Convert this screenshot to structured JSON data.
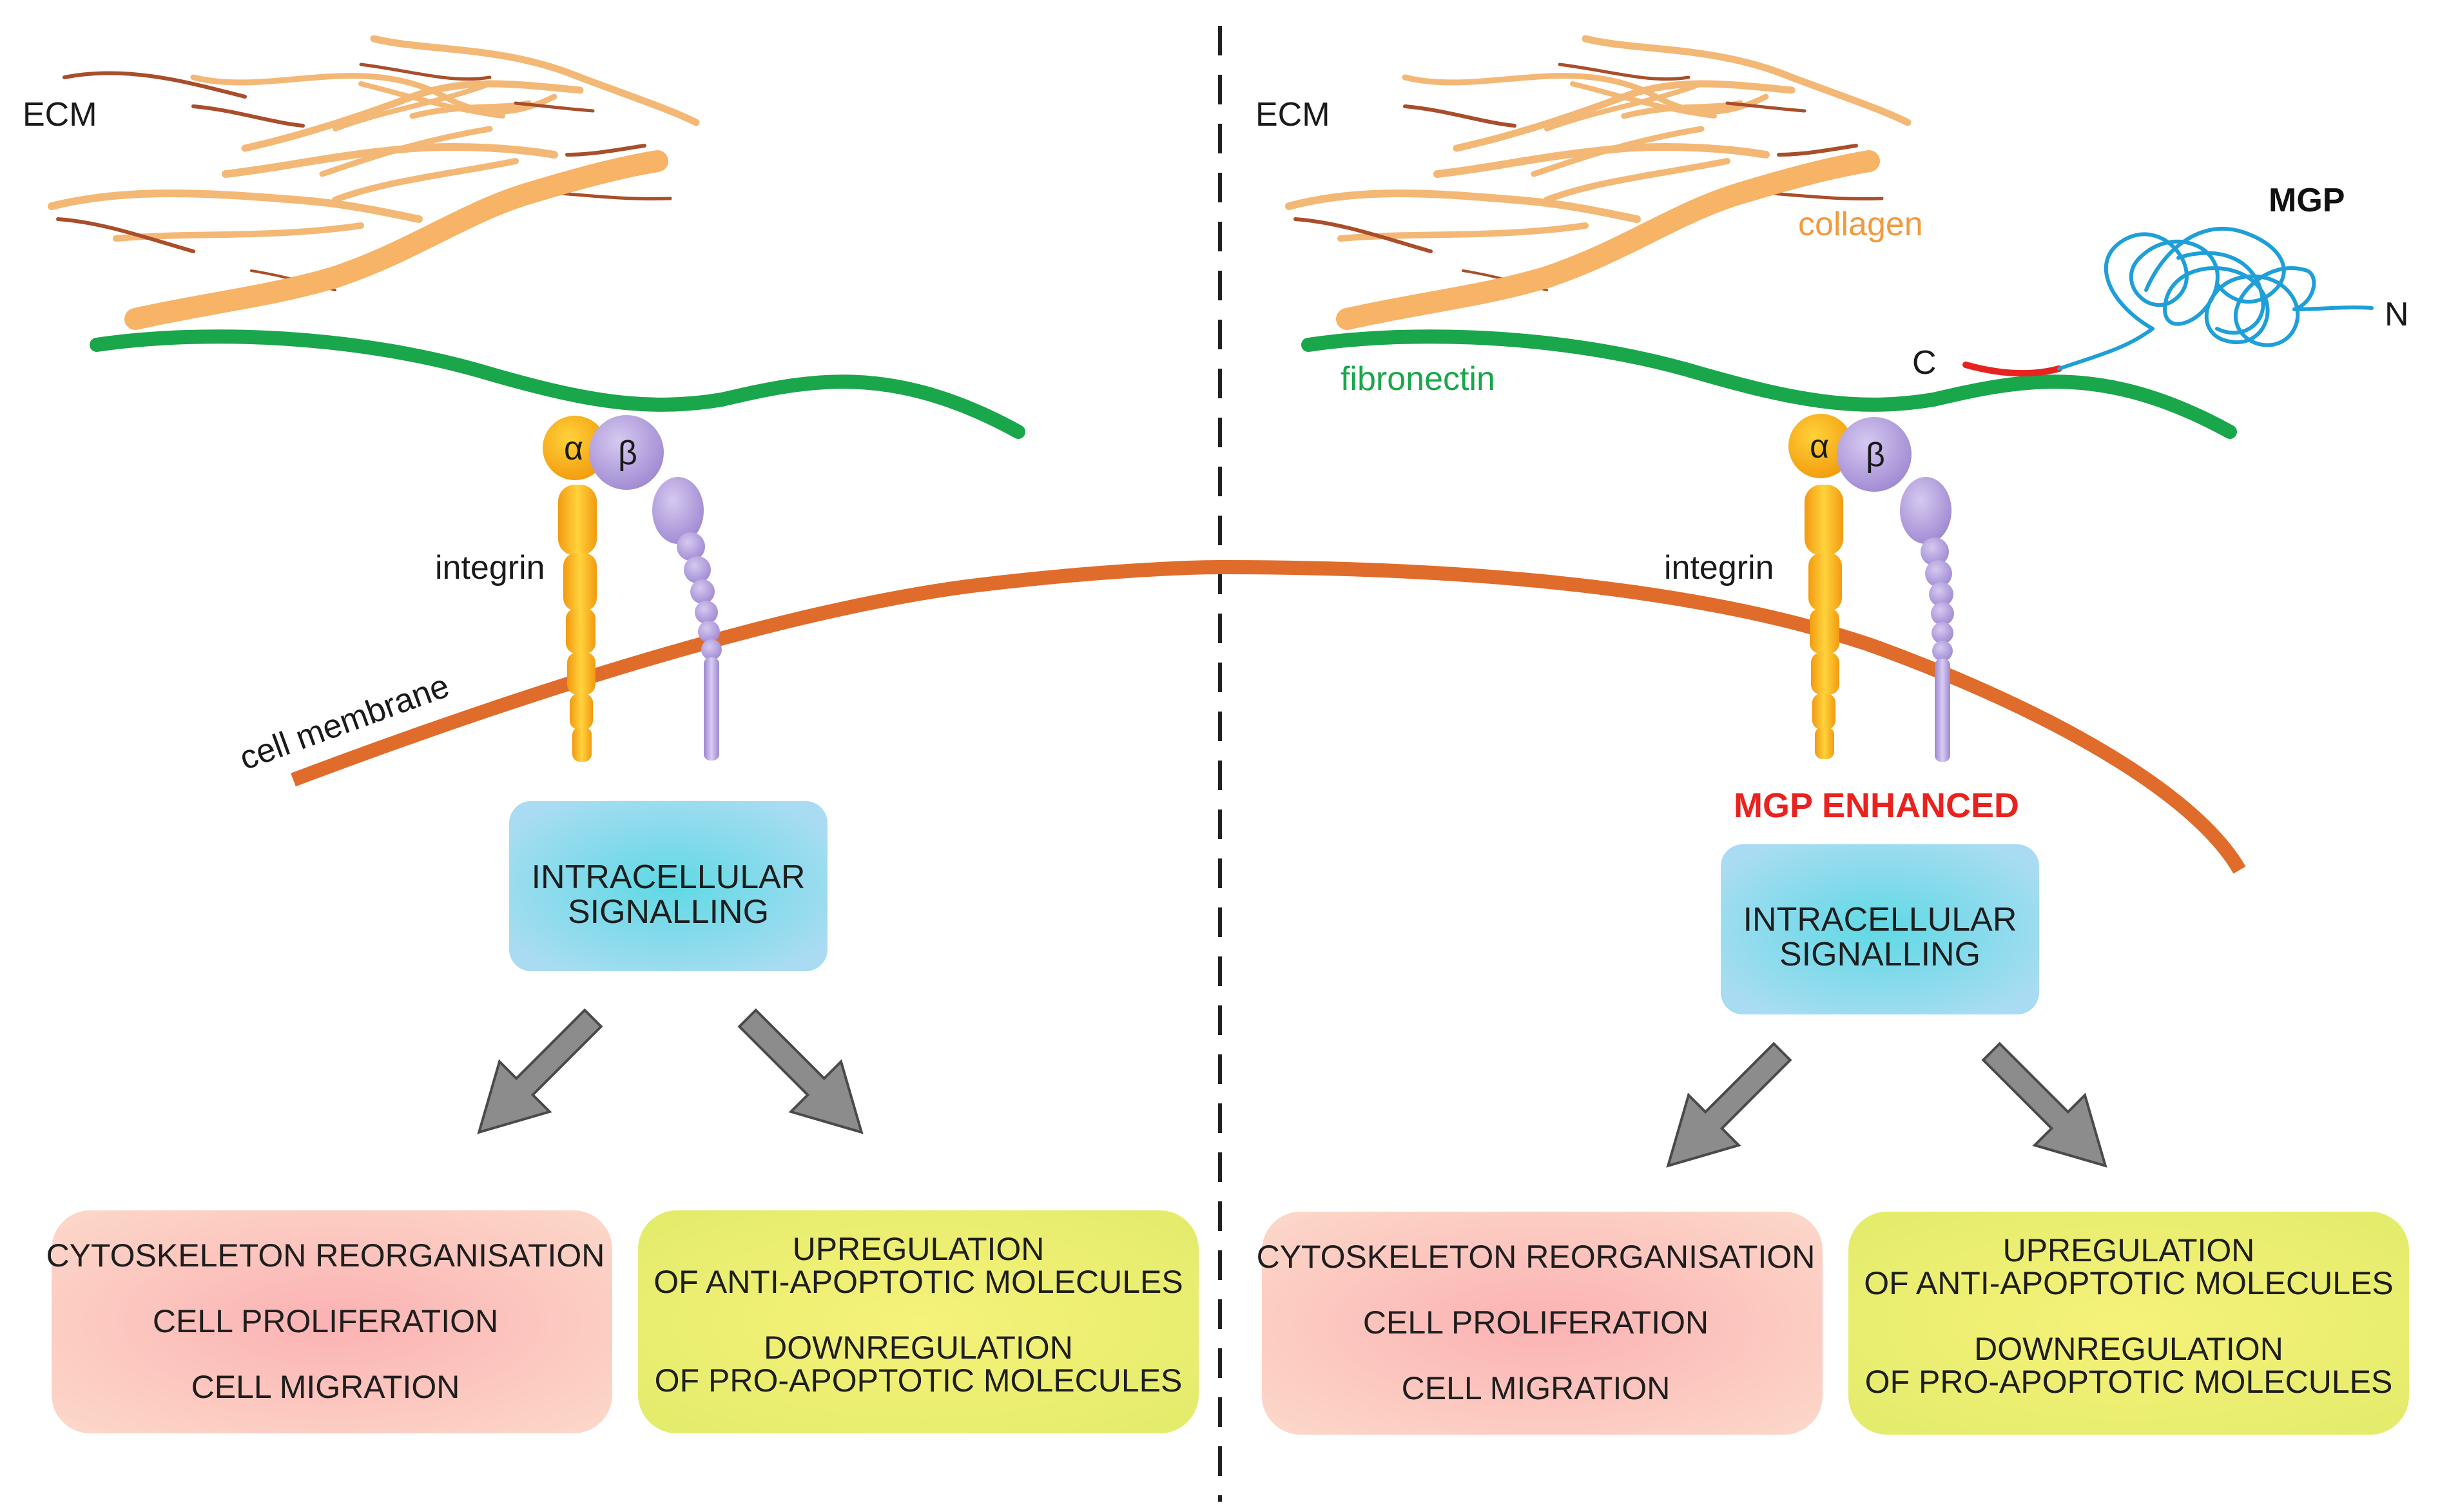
{
  "left": {
    "ecm_label": "ECM",
    "alpha": "α",
    "beta": "β",
    "integrin_label": "integrin",
    "membrane_label": "cell membrane",
    "signal_box": [
      "INTRACELLULAR",
      "SIGNALLING"
    ],
    "outcome_red": [
      "CYTOSKELETON REORGANISATION",
      "CELL PROLIFERATION",
      "CELL MIGRATION"
    ],
    "outcome_yellow": [
      "UPREGULATION",
      "OF ANTI-APOPTOTIC MOLECULES",
      "DOWNREGULATION",
      "OF PRO-APOPTOTIC MOLECULES"
    ]
  },
  "right": {
    "ecm_label": "ECM",
    "collagen_label": "collagen",
    "fibronectin_label": "fibronectin",
    "mgp_label": "MGP",
    "n_terminal": "N",
    "c_terminal": "C",
    "alpha": "α",
    "beta": "β",
    "integrin_label": "integrin",
    "enhanced_label": "MGP ENHANCED",
    "signal_box": [
      "INTRACELLULAR",
      "SIGNALLING"
    ],
    "outcome_red": [
      "CYTOSKELETON REORGANISATION",
      "CELL PROLIFERATION",
      "CELL MIGRATION"
    ],
    "outcome_yellow": [
      "UPREGULATION",
      "OF ANTI-APOPTOTIC MOLECULES",
      "DOWNREGULATION",
      "OF PRO-APOPTOTIC MOLECULES"
    ]
  },
  "colors": {
    "collagen": "#f7b366",
    "collagen_thin": "#a94e2a",
    "fibronectin": "#1aa64b",
    "membrane": "#e06c2c",
    "alpha_subunit": "#f5a20f",
    "beta_subunit": "#b3a1dc",
    "mgp": "#1e9fd8",
    "mgp_c_terminal": "#e8231f",
    "enhanced_text": "#e8231f",
    "signal_box": "#7fd8ea",
    "outcome_red": "#fbc4c0",
    "outcome_yellow": "#eef07a",
    "arrow": "#8c8c8c"
  }
}
